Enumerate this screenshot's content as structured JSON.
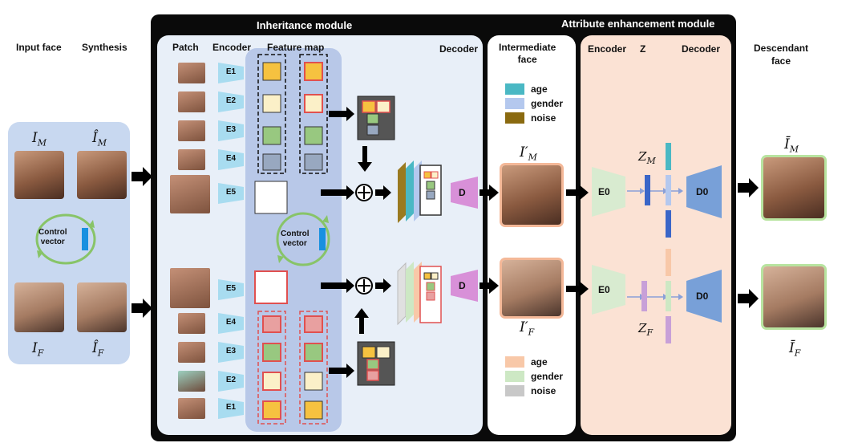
{
  "headers": {
    "inheritance": "Inheritance module",
    "attribute": "Attribute enhancement module"
  },
  "columns": {
    "input_face": "Input face",
    "synthesis": "Synthesis",
    "patch": "Patch",
    "encoder": "Encoder",
    "feature_map": "Feature map",
    "decoder": "Decoder",
    "intermediate_face": [
      "Intermediate",
      "face"
    ],
    "enc2": "Encoder",
    "z": "Z",
    "dec2": "Decoder",
    "descendant_face": [
      "Descendant",
      "face"
    ]
  },
  "math": {
    "im": "I",
    "im_sub": "M",
    "imhat": "Î",
    "imhat_sub": "M",
    "if": "I",
    "if_sub": "F",
    "ifhat": "Î",
    "ifhat_sub": "F",
    "ipm": "I′",
    "ipm_sub": "M",
    "ipf": "I′",
    "ipf_sub": "F",
    "zm": "Z",
    "zm_sub": "M",
    "zf": "Z",
    "zf_sub": "F",
    "ibm": "Ī",
    "ibm_sub": "M",
    "ibf": "Ī",
    "ibf_sub": "F"
  },
  "control": [
    "Control",
    "vector"
  ],
  "encoders_top": [
    "E1",
    "E2",
    "E3",
    "E4",
    "E5"
  ],
  "encoders_bottom": [
    "E5",
    "E4",
    "E3",
    "E2",
    "E1"
  ],
  "decoder_block": "D",
  "e0": "E0",
  "d0": "D0",
  "legend_top": [
    {
      "label": "age",
      "color": "#4ab8c4"
    },
    {
      "label": "gender",
      "color": "#b4c8ee"
    },
    {
      "label": "noise",
      "color": "#8a6a10"
    }
  ],
  "legend_bottom": [
    {
      "label": "age",
      "color": "#f8c8a8"
    },
    {
      "label": "gender",
      "color": "#cde8c4"
    },
    {
      "label": "noise",
      "color": "#c8c8c8"
    }
  ],
  "colors": {
    "black_frame": "#0a0a0a",
    "inheritance_bg": "#e8eff8",
    "feature_bg": "#b8c8e8",
    "intermediate_bg": "#ffffff",
    "attribute_bg": "#fbe2d4",
    "input_bg": "#c8d8f0",
    "encoder": "#a8dcf0",
    "decoder": "#d890d8",
    "e0": "#d8ebd0",
    "d0": "#78a0d8"
  }
}
